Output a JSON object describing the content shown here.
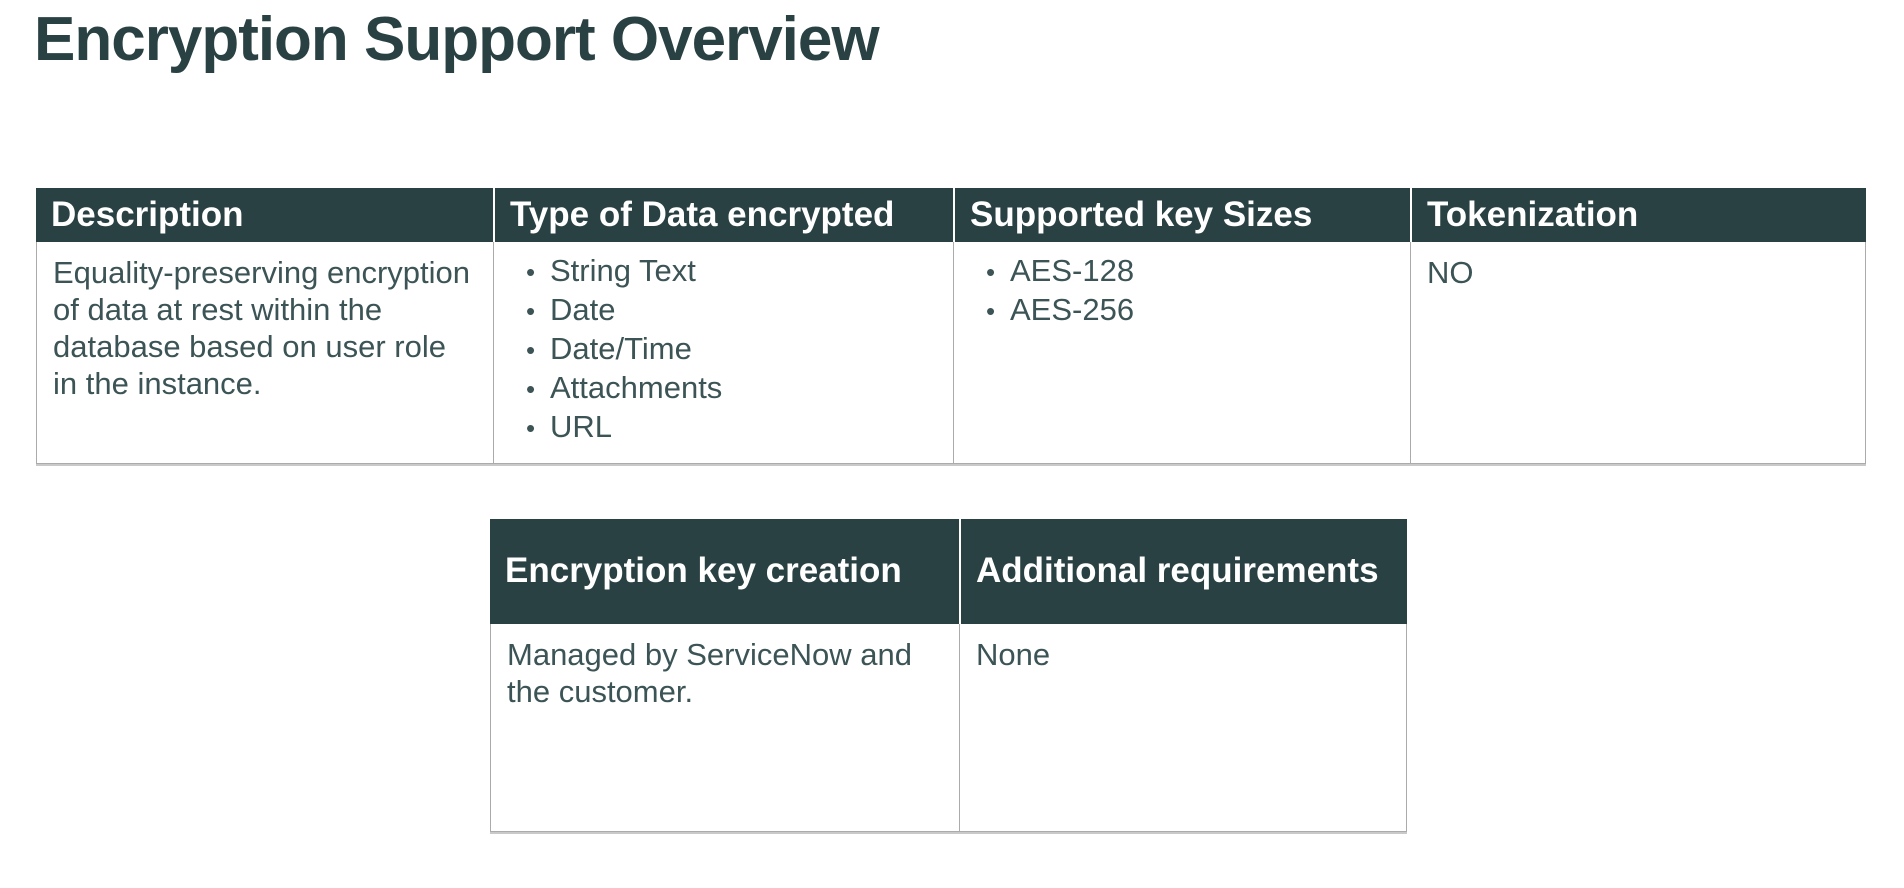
{
  "title": "Encryption Support Overview",
  "glyphs": {
    "bullet": "•"
  },
  "colors": {
    "header_bg": "#2a4143",
    "title_color": "#2a4143",
    "body_text": "#3c5456",
    "border_color": "#ababab",
    "header_text": "#ffffff",
    "page_bg": "#ffffff"
  },
  "encryption_table": {
    "headers": [
      "Description",
      "Type of Data encrypted",
      "Supported key Sizes",
      "Tokenization"
    ],
    "row": {
      "description": "Equality-preserving encryption of data at rest within the database based on user role in the instance.",
      "types_encrypted": [
        "String Text",
        "Date",
        "Date/Time",
        "Attachments",
        "URL"
      ],
      "key_sizes": [
        "AES-128",
        "AES-256"
      ],
      "tokenization": "NO"
    }
  },
  "key_table": {
    "headers": [
      "Encryption key creation",
      "Additional requirements"
    ],
    "row": {
      "creation": "Managed by ServiceNow and the customer.",
      "additional_requirements": "None"
    }
  }
}
